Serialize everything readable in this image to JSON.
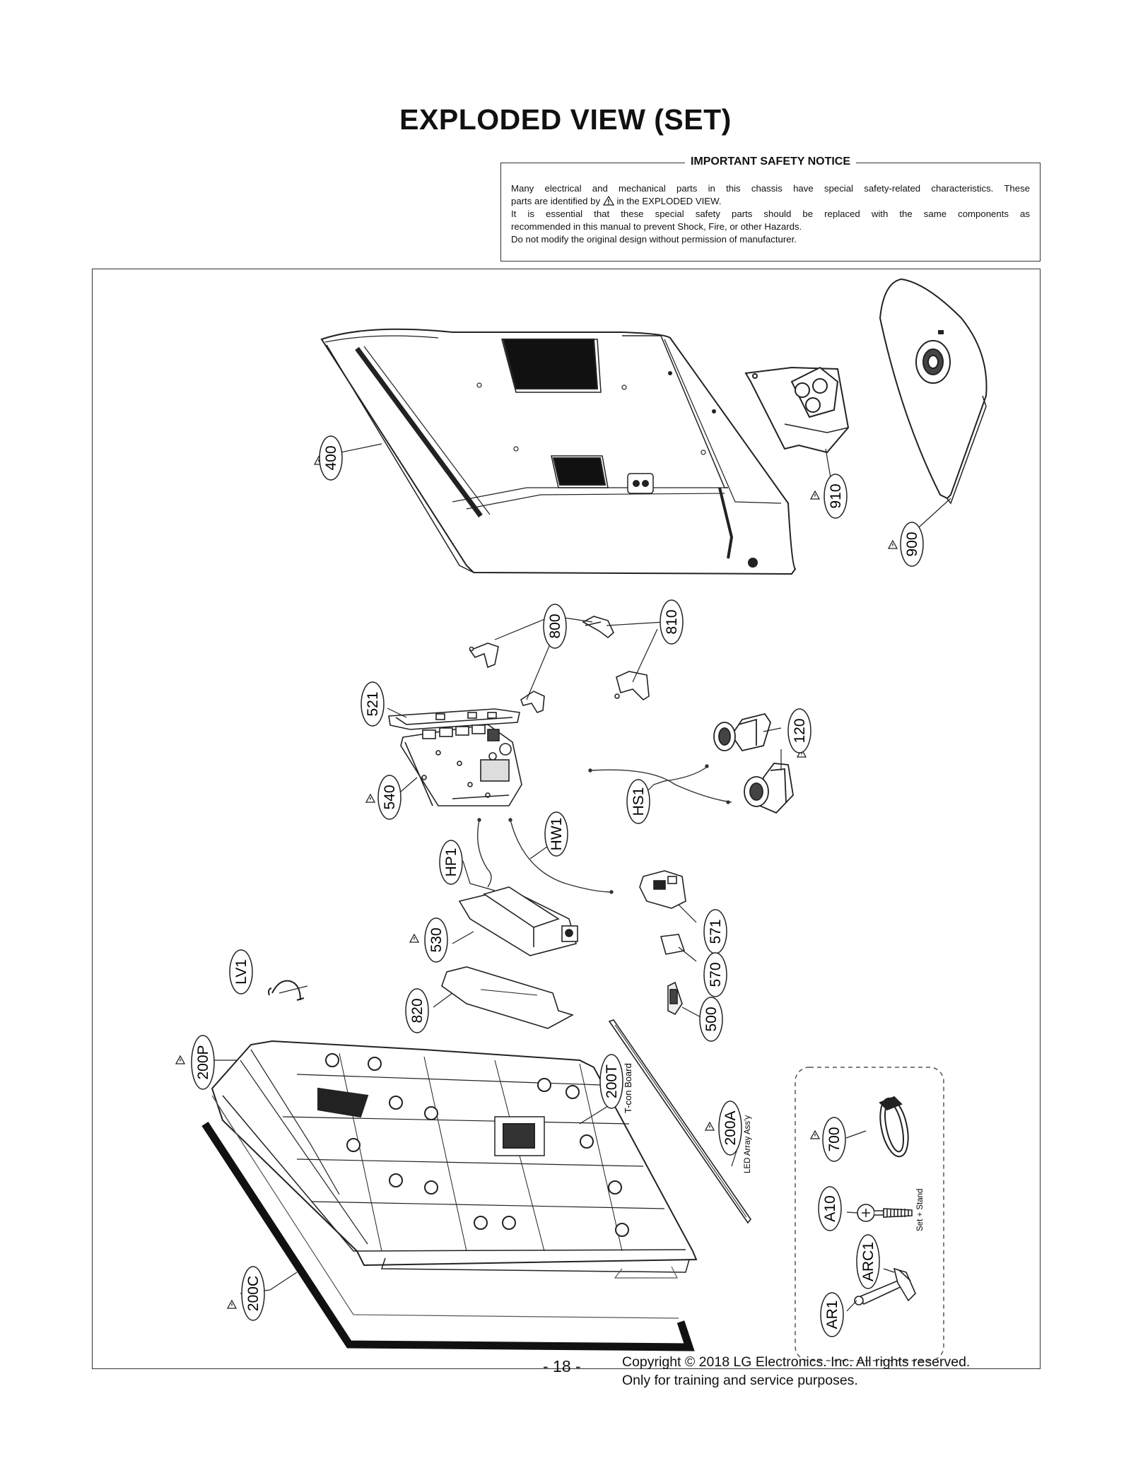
{
  "page_title": "EXPLODED VIEW (SET)",
  "safety_notice": {
    "heading": "IMPORTANT SAFETY NOTICE",
    "line1": "Many electrical and mechanical parts in this chassis have special safety-related characteristics. These",
    "line2_prefix": "parts are identified by",
    "line2_suffix": "in the EXPLODED VIEW.",
    "line3": "It is essential that these special safety parts should be replaced with the same components as",
    "line4": "recommended in this manual to prevent Shock, Fire, or other Hazards.",
    "line5": "Do not modify the original design without permission of manufacturer."
  },
  "part_labels": {
    "p400": "400",
    "p910": "910",
    "p900": "900",
    "p800": "800",
    "p810": "810",
    "p521": "521",
    "p120": "120",
    "p540": "540",
    "pHS1": "HS1",
    "pHW1": "HW1",
    "pHP1": "HP1",
    "p530": "530",
    "p571": "571",
    "p570": "570",
    "pLV1": "LV1",
    "p820": "820",
    "p500": "500",
    "p200P": "200P",
    "p200T": "200T",
    "p200A": "200A",
    "p700": "700",
    "pA10": "A10",
    "pARC1": "ARC1",
    "pAR1": "AR1",
    "p200C": "200C"
  },
  "annotations": {
    "tcon": "T-con Board",
    "led": "LED Array Ass'y",
    "set_stand": "Set + Stand"
  },
  "footer": {
    "page_number": "- 18 -",
    "copyright_line1": "Copyright © 2018 LG Electronics. Inc. All rights reserved.",
    "copyright_line2": "Only for training and service purposes."
  }
}
